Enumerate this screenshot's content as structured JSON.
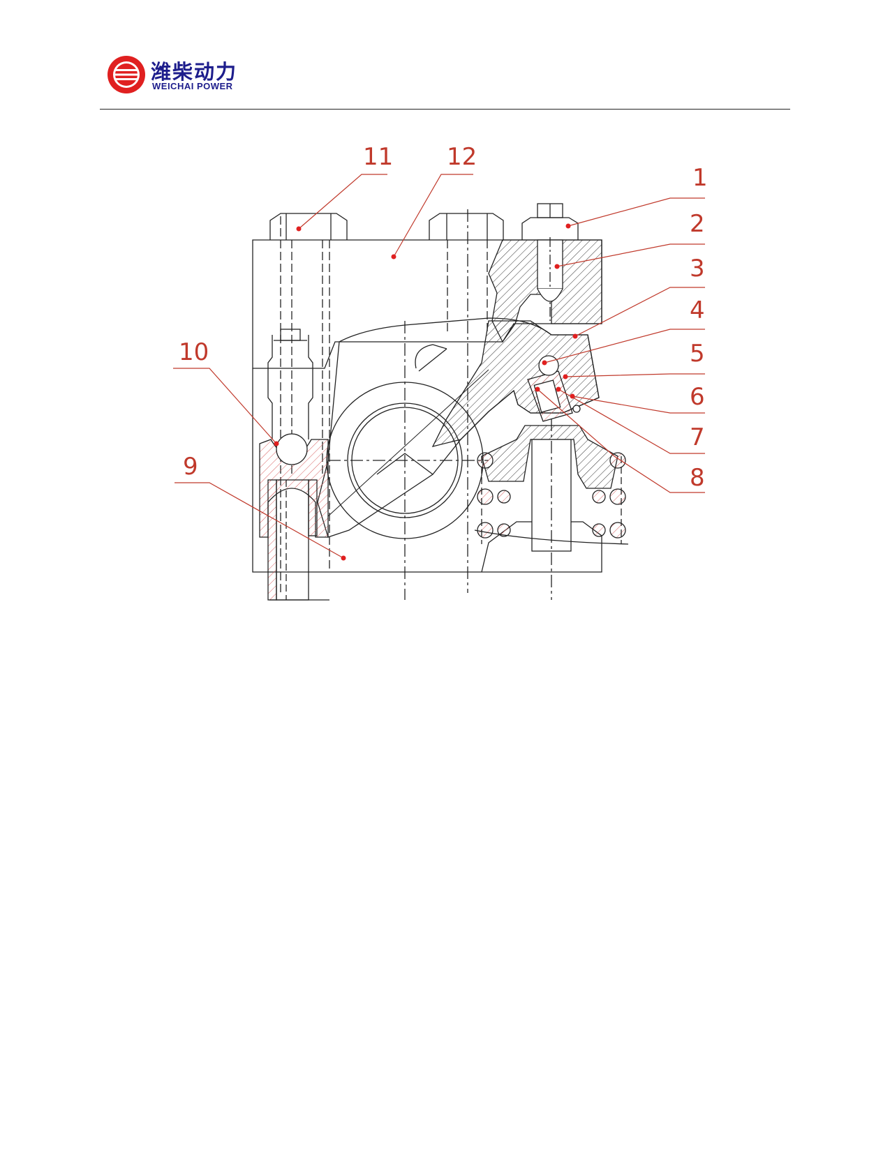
{
  "header": {
    "logo_icon": "weichai-logo-icon",
    "brand_cn": "潍柴动力",
    "brand_en": "WEICHAI POWER",
    "brand_color": "#1d1d8c",
    "logo_red": "#e02020"
  },
  "diagram": {
    "callout_color": "#c0392b",
    "callouts": [
      "1",
      "2",
      "3",
      "4",
      "5",
      "6",
      "7",
      "8",
      "9",
      "10",
      "11",
      "12"
    ]
  }
}
